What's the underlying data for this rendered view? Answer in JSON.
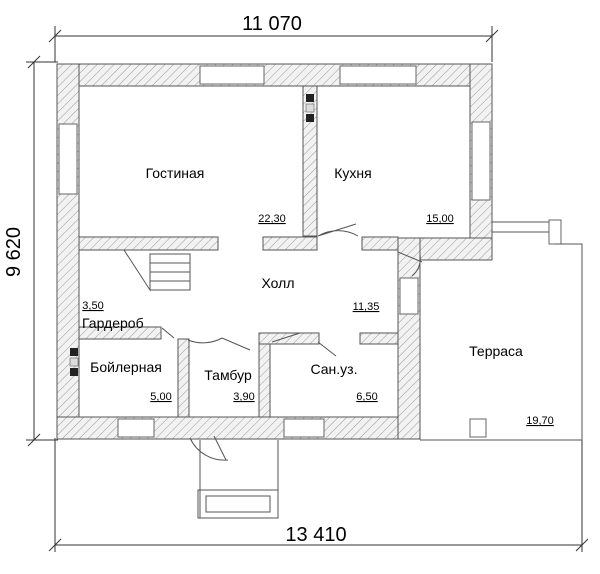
{
  "dimensions": {
    "top_width": "11 070",
    "bottom_width": "13 410",
    "left_height": "9 620"
  },
  "rooms": [
    {
      "name": "Гостиная",
      "area": "22,30"
    },
    {
      "name": "Кухня",
      "area": "15,00"
    },
    {
      "name": "Холл",
      "area": "11,35"
    },
    {
      "name": "Гардероб",
      "area": "3,50"
    },
    {
      "name": "Бойлерная",
      "area": "5,00"
    },
    {
      "name": "Тамбур",
      "area": "3,90"
    },
    {
      "name": "Сан.уз.",
      "area": "6,50"
    },
    {
      "name": "Терраса",
      "area": "19,70"
    }
  ]
}
